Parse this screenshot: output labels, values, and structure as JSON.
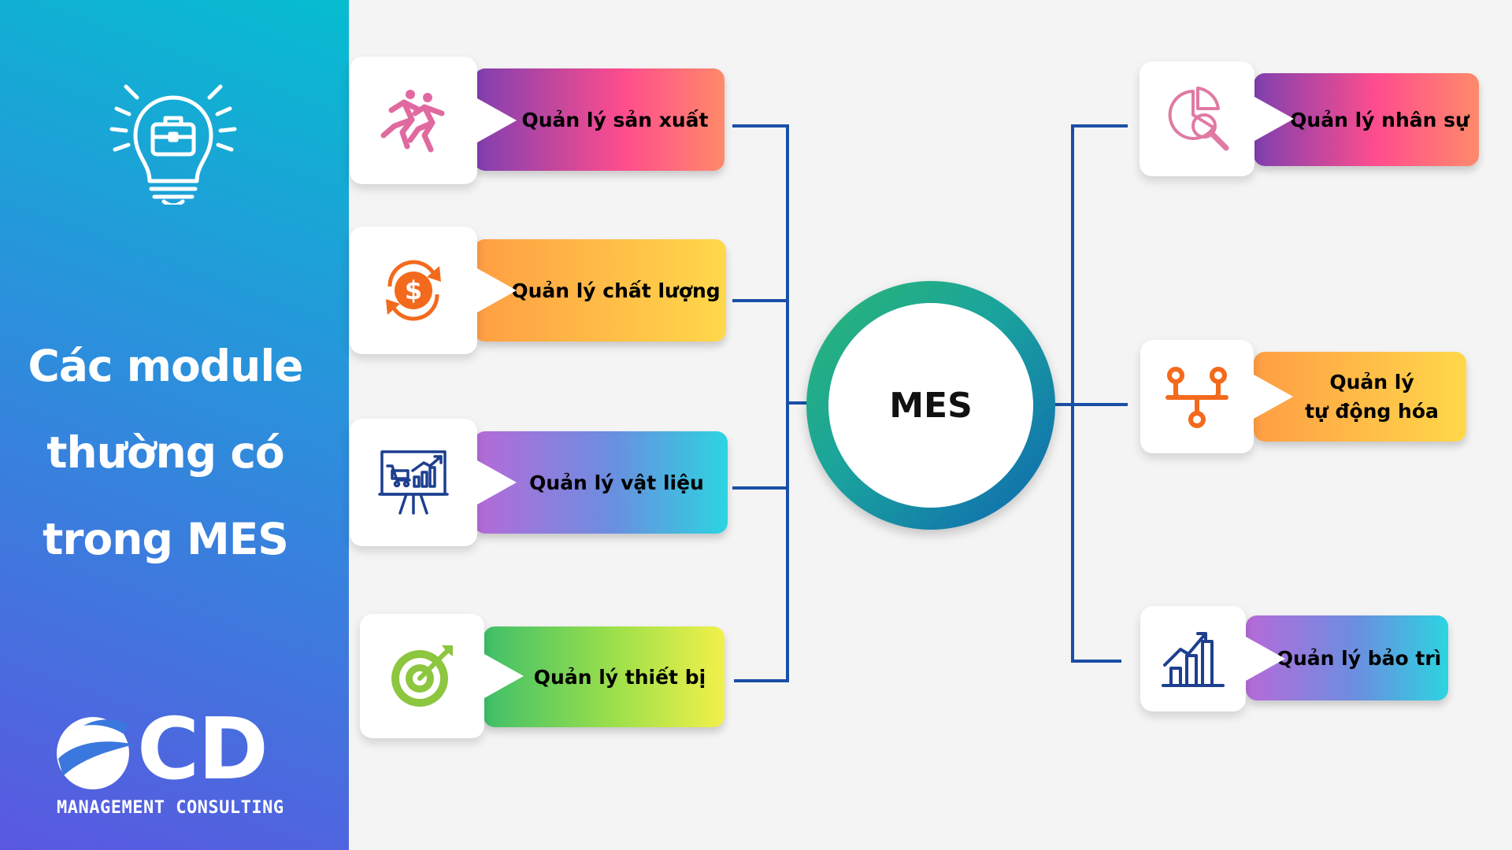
{
  "sidebar": {
    "title_lines": [
      "Các module",
      "thường có",
      "trong MES"
    ],
    "bulb_icon": "lightbulb-briefcase-icon"
  },
  "logo": {
    "brand": "CD",
    "tagline": "MANAGEMENT CONSULTING"
  },
  "hub": {
    "label": "MES",
    "colors": [
      "#2bb673",
      "#0f67b1"
    ]
  },
  "connector_color": "#1a4fa6",
  "modules_left": [
    {
      "label": "Quản lý sản xuất",
      "icon": "running-people-icon",
      "colors": [
        "#7f3fb0",
        "#ff4d8d",
        "#ff8a6a"
      ]
    },
    {
      "label": "Quản lý chất lượng",
      "icon": "dollar-cycle-icon",
      "colors": [
        "#ff9e44",
        "#ffd84a"
      ]
    },
    {
      "label": "Quản lý vật liệu",
      "icon": "presentation-chart-icon",
      "colors": [
        "#b66ad9",
        "#6a8fe0",
        "#2cd4e0"
      ]
    },
    {
      "label": "Quản lý thiết bị",
      "icon": "target-arrow-icon",
      "colors": [
        "#3fbf6a",
        "#9ee04a",
        "#f2f04a"
      ]
    }
  ],
  "modules_right": [
    {
      "label": "Quản lý nhân sự",
      "icon": "pie-magnifier-icon",
      "colors": [
        "#7f3fb0",
        "#ff4d8d",
        "#ff8a6a"
      ]
    },
    {
      "label_lines": [
        "Quản lý",
        "tự động hóa"
      ],
      "icon": "automation-nodes-icon",
      "colors": [
        "#ff9e44",
        "#ffd84a"
      ]
    },
    {
      "label": "Quản lý bảo trì",
      "icon": "growth-bar-chart-icon",
      "colors": [
        "#b66ad9",
        "#6a8fe0",
        "#2cd4e0"
      ]
    }
  ]
}
